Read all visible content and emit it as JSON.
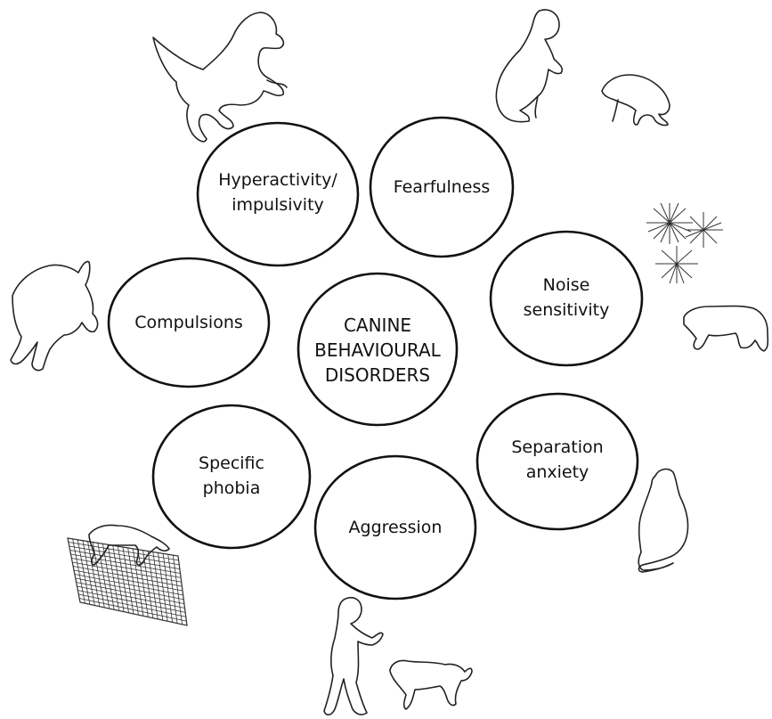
{
  "diagram": {
    "center": {
      "lines": [
        "CANINE",
        "BEHAVIOURAL",
        "DISORDERS"
      ]
    },
    "nodes": [
      {
        "id": "hyperactivity",
        "lines": [
          "Hyperactivity/",
          "impulsivity"
        ]
      },
      {
        "id": "fearfulness",
        "lines": [
          "Fearfulness"
        ]
      },
      {
        "id": "noise",
        "lines": [
          "Noise",
          "sensitivity"
        ]
      },
      {
        "id": "separation",
        "lines": [
          "Separation",
          "anxiety"
        ]
      },
      {
        "id": "aggression",
        "lines": [
          "Aggression"
        ]
      },
      {
        "id": "phobia",
        "lines": [
          "Specific",
          "phobia"
        ]
      },
      {
        "id": "compulsions",
        "lines": [
          "Compulsions"
        ]
      }
    ],
    "illustrations": [
      "jumping-dog-icon",
      "crouching-person-icon",
      "fearful-dog-icon",
      "fireworks-icon",
      "cowering-dog-icon",
      "sitting-dog-icon",
      "person-icon",
      "aggressive-dog-icon",
      "dog-on-grid-icon",
      "tail-chasing-dog-icon"
    ]
  }
}
